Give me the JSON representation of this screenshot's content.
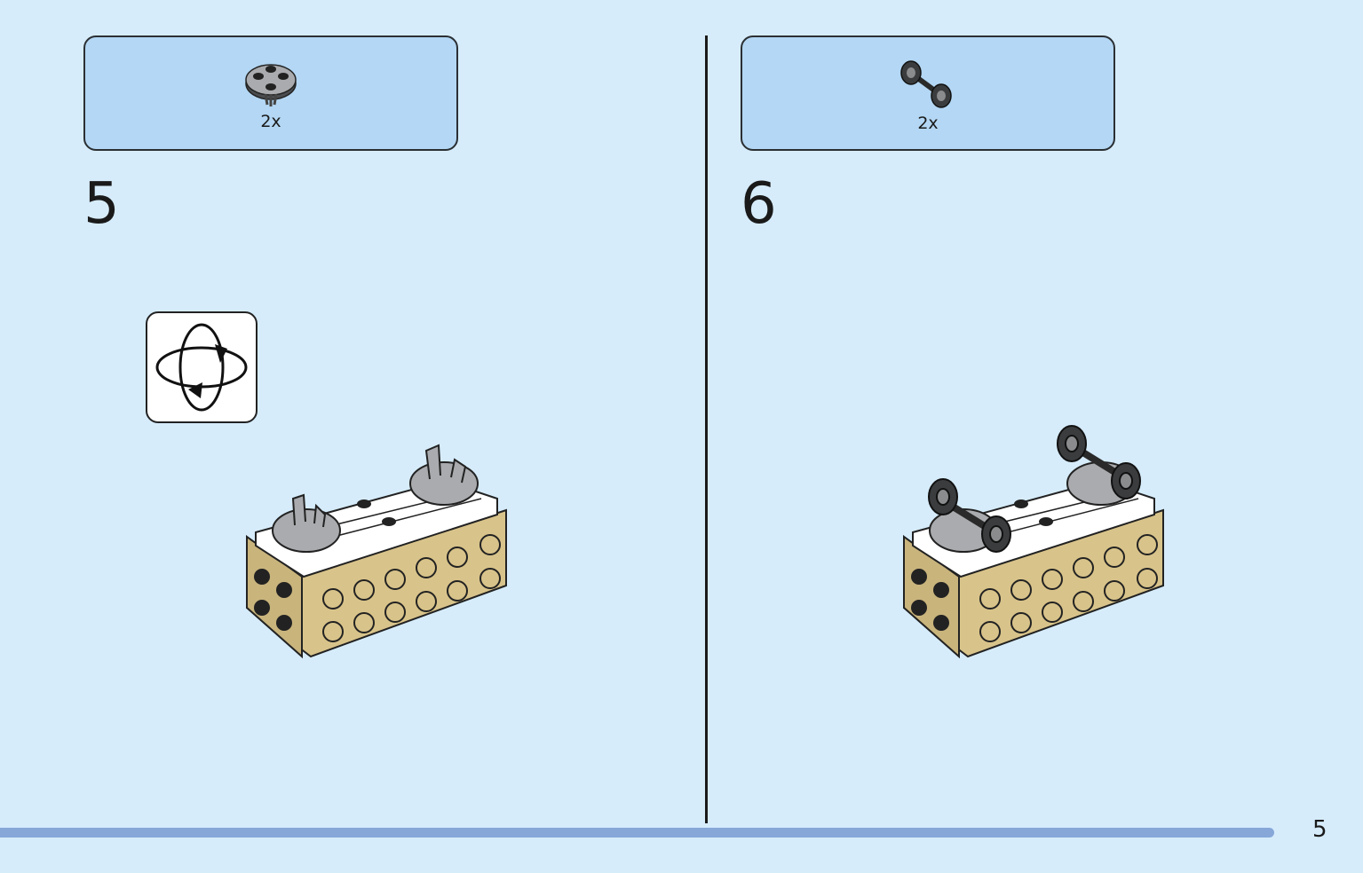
{
  "steps": [
    {
      "number": "5",
      "parts": {
        "quantity": "2x",
        "icon": "round-plate-with-clip-icon"
      }
    },
    {
      "number": "6",
      "parts": {
        "quantity": "2x",
        "icon": "wheel-axle-icon"
      }
    }
  ],
  "rotate_icon": "rotate-model-icon",
  "page_number": "5",
  "colors": {
    "background": "#d6ecfb",
    "parts_box": "#b3d7f4",
    "brick_tan": "#d8c38a",
    "plate_white": "#ffffff",
    "plate_grey": "#a9abae",
    "wheel_dark": "#3a3c3e",
    "bottom_bar": "#87a7d9"
  }
}
